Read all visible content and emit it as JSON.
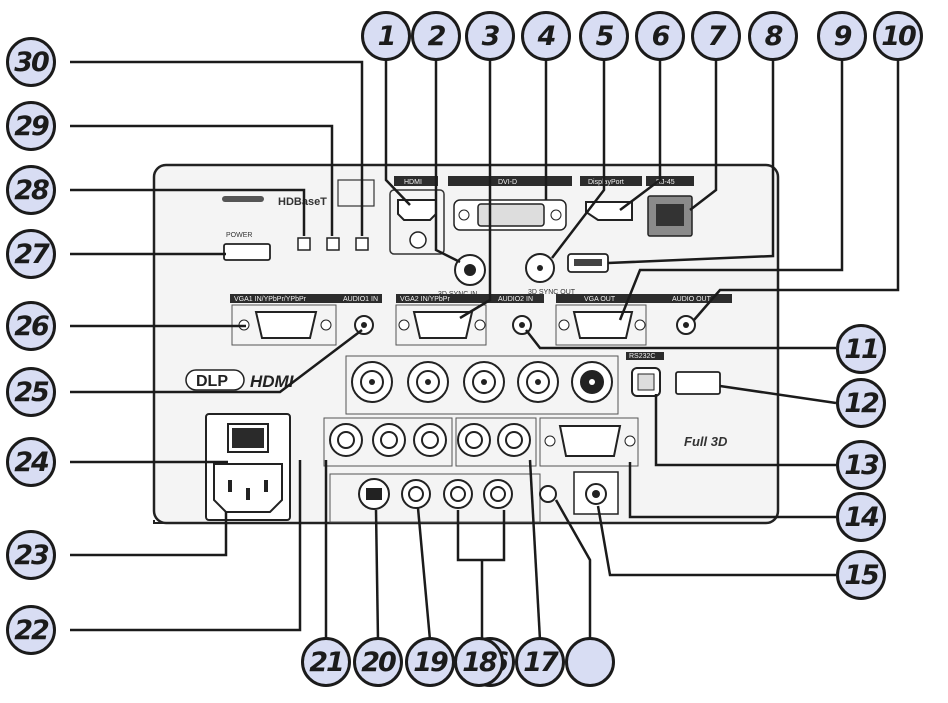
{
  "diagram": {
    "callouts": [
      {
        "id": "c1",
        "text": "1"
      },
      {
        "id": "c2",
        "text": "2"
      },
      {
        "id": "c3",
        "text": "3"
      },
      {
        "id": "c4",
        "text": "4"
      },
      {
        "id": "c5",
        "text": "5"
      },
      {
        "id": "c6",
        "text": "6"
      },
      {
        "id": "c7",
        "text": "7"
      },
      {
        "id": "c8",
        "text": "8"
      },
      {
        "id": "c9",
        "text": "9"
      },
      {
        "id": "c10",
        "text": "10"
      },
      {
        "id": "c11",
        "text": "11"
      },
      {
        "id": "c12",
        "text": "12"
      },
      {
        "id": "c13",
        "text": "13"
      },
      {
        "id": "c14",
        "text": "14"
      },
      {
        "id": "c15",
        "text": "15"
      },
      {
        "id": "c16",
        "text": "16"
      },
      {
        "id": "c17",
        "text": "17"
      },
      {
        "id": "c18",
        "text": "18"
      },
      {
        "id": "c19",
        "text": "19"
      },
      {
        "id": "c20",
        "text": "20"
      },
      {
        "id": "c21",
        "text": "21"
      },
      {
        "id": "c22",
        "text": "22"
      },
      {
        "id": "c23",
        "text": "23"
      },
      {
        "id": "c24",
        "text": "24"
      },
      {
        "id": "c25",
        "text": "25"
      },
      {
        "id": "c26",
        "text": "26"
      },
      {
        "id": "c27",
        "text": "27"
      },
      {
        "id": "c28",
        "text": "28"
      },
      {
        "id": "c29",
        "text": "29"
      },
      {
        "id": "c30",
        "text": "30"
      },
      {
        "id": "c31",
        "text": ""
      }
    ],
    "panel_labels": {
      "hdmi": "HDMI",
      "dvid": "DVI-D",
      "displayport": "DisplayPort",
      "rj45": "RJ-45",
      "power": "POWER",
      "sync_in": "3D SYNC IN",
      "sync_out": "3D SYNC OUT",
      "vga1": "VGA1 IN/YPbPr/YPbPr",
      "audio1": "AUDIO1 IN",
      "vga2": "VGA2 IN/YPbPr",
      "audio2": "AUDIO2 IN",
      "vgaout": "VGA OUT",
      "audioout": "AUDIO OUT",
      "rs232": "RS232C"
    },
    "logos": {
      "dlp": "DLP",
      "hdmi": "HDMI",
      "hdbaset": "HDBaseT",
      "full3d": "Full 3D"
    },
    "colors": {
      "callout_fill": "#d8ddf3",
      "outline": "#1b1b1b",
      "panel": "#f4f4f4"
    }
  }
}
